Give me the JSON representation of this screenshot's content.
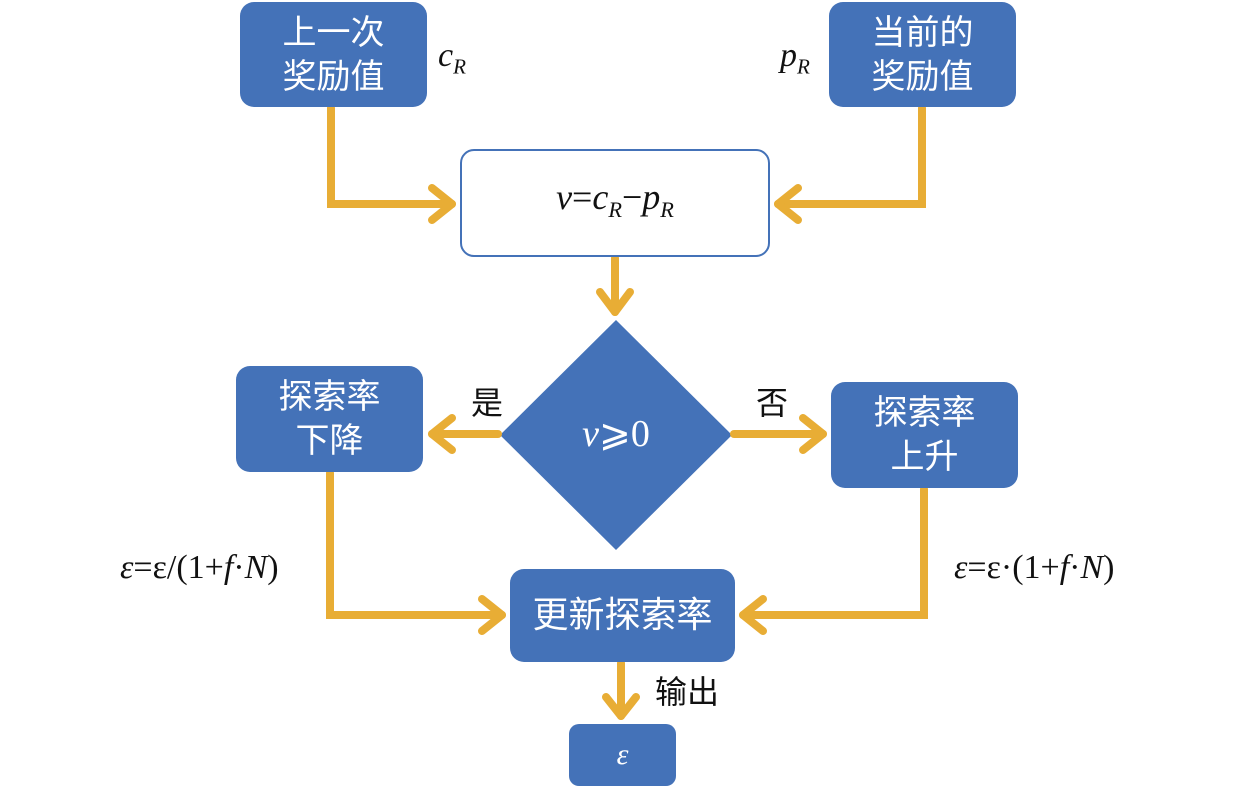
{
  "colors": {
    "node_fill": "#4472b8",
    "node_text": "#ffffff",
    "connector": "#e8ad35",
    "label_text": "#111111",
    "background": "#ffffff"
  },
  "nodes": {
    "previous_reward": {
      "lines": [
        "上一次",
        "奖励值"
      ]
    },
    "current_reward": {
      "lines": [
        "当前的",
        "奖励值"
      ]
    },
    "difference": {
      "var": "v",
      "eq": "=",
      "c": "c",
      "c_sub": "R",
      "minus": "−",
      "p": "p",
      "p_sub": "R"
    },
    "decision": {
      "var": "v",
      "rel": "⩾0"
    },
    "rate_decrease": {
      "lines": [
        "探索率",
        "下降"
      ]
    },
    "rate_increase": {
      "lines": [
        "探索率",
        "上升"
      ]
    },
    "update_rate": {
      "text": "更新探索率"
    },
    "output": {
      "text": "ε"
    }
  },
  "labels": {
    "c_r": {
      "sym": "c",
      "sub": "R"
    },
    "p_r": {
      "sym": "p",
      "sub": "R"
    },
    "yes": "是",
    "no": "否",
    "output": "输出",
    "decrease_formula": {
      "lhs": "ε",
      "eq": "=",
      "rhs_a": "ε/(1+",
      "f": "f",
      "dot": "·",
      "n": "N",
      "close": ")"
    },
    "increase_formula": {
      "lhs": "ε",
      "eq": "=",
      "rhs_a": "ε·(1+",
      "f": "f",
      "dot": "·",
      "n": "N",
      "close": ")"
    }
  },
  "edges": [
    {
      "from": "previous_reward",
      "to": "difference"
    },
    {
      "from": "current_reward",
      "to": "difference"
    },
    {
      "from": "difference",
      "to": "decision"
    },
    {
      "from": "decision",
      "to": "rate_decrease",
      "label": "是"
    },
    {
      "from": "decision",
      "to": "rate_increase",
      "label": "否"
    },
    {
      "from": "rate_decrease",
      "to": "update_rate"
    },
    {
      "from": "rate_increase",
      "to": "update_rate"
    },
    {
      "from": "update_rate",
      "to": "output",
      "label": "输出"
    }
  ]
}
